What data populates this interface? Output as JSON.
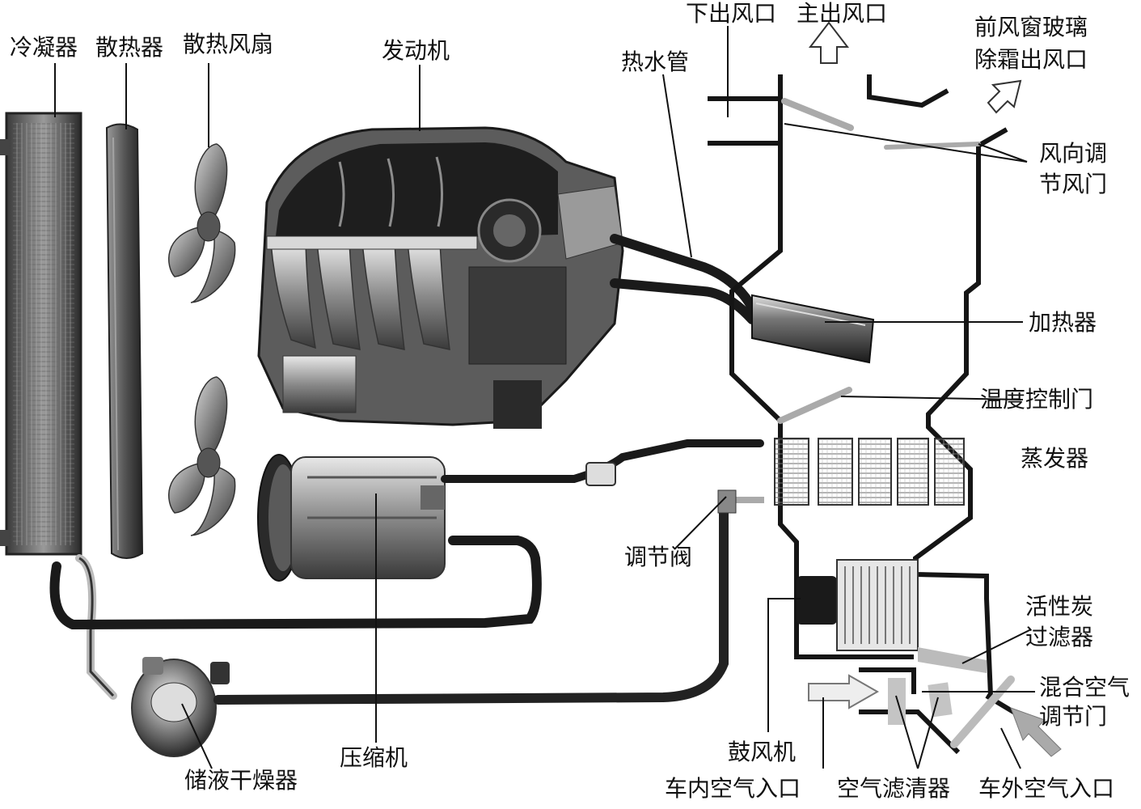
{
  "labels": {
    "condenser": "冷凝器",
    "radiator": "散热器",
    "fan": "散热风扇",
    "engine": "发动机",
    "hot_water_pipe": "热水管",
    "lower_outlet": "下出风口",
    "main_outlet": "主出风口",
    "defrost_outlet_line1": "前风窗玻璃",
    "defrost_outlet_line2": "除霜出风口",
    "air_direction_door_line1": "风向调",
    "air_direction_door_line2": "节风门",
    "heater": "加热器",
    "temp_control_door": "温度控制门",
    "evaporator": "蒸发器",
    "expansion_valve": "调节阀",
    "carbon_filter_line1": "活性炭",
    "carbon_filter_line2": "过滤器",
    "mix_air_door_line1": "混合空气",
    "mix_air_door_line2": "调节门",
    "blower": "鼓风机",
    "inner_air_inlet": "车内空气入口",
    "air_filter": "空气滤清器",
    "outer_air_inlet": "车外空气入口",
    "compressor": "压缩机",
    "receiver_drier": "储液干燥器"
  },
  "colors": {
    "line": "#111111",
    "duct": "#151515",
    "metal_dark": "#2a2a2a",
    "metal_mid": "#7a7a7a",
    "metal_light": "#d0d0d0"
  }
}
